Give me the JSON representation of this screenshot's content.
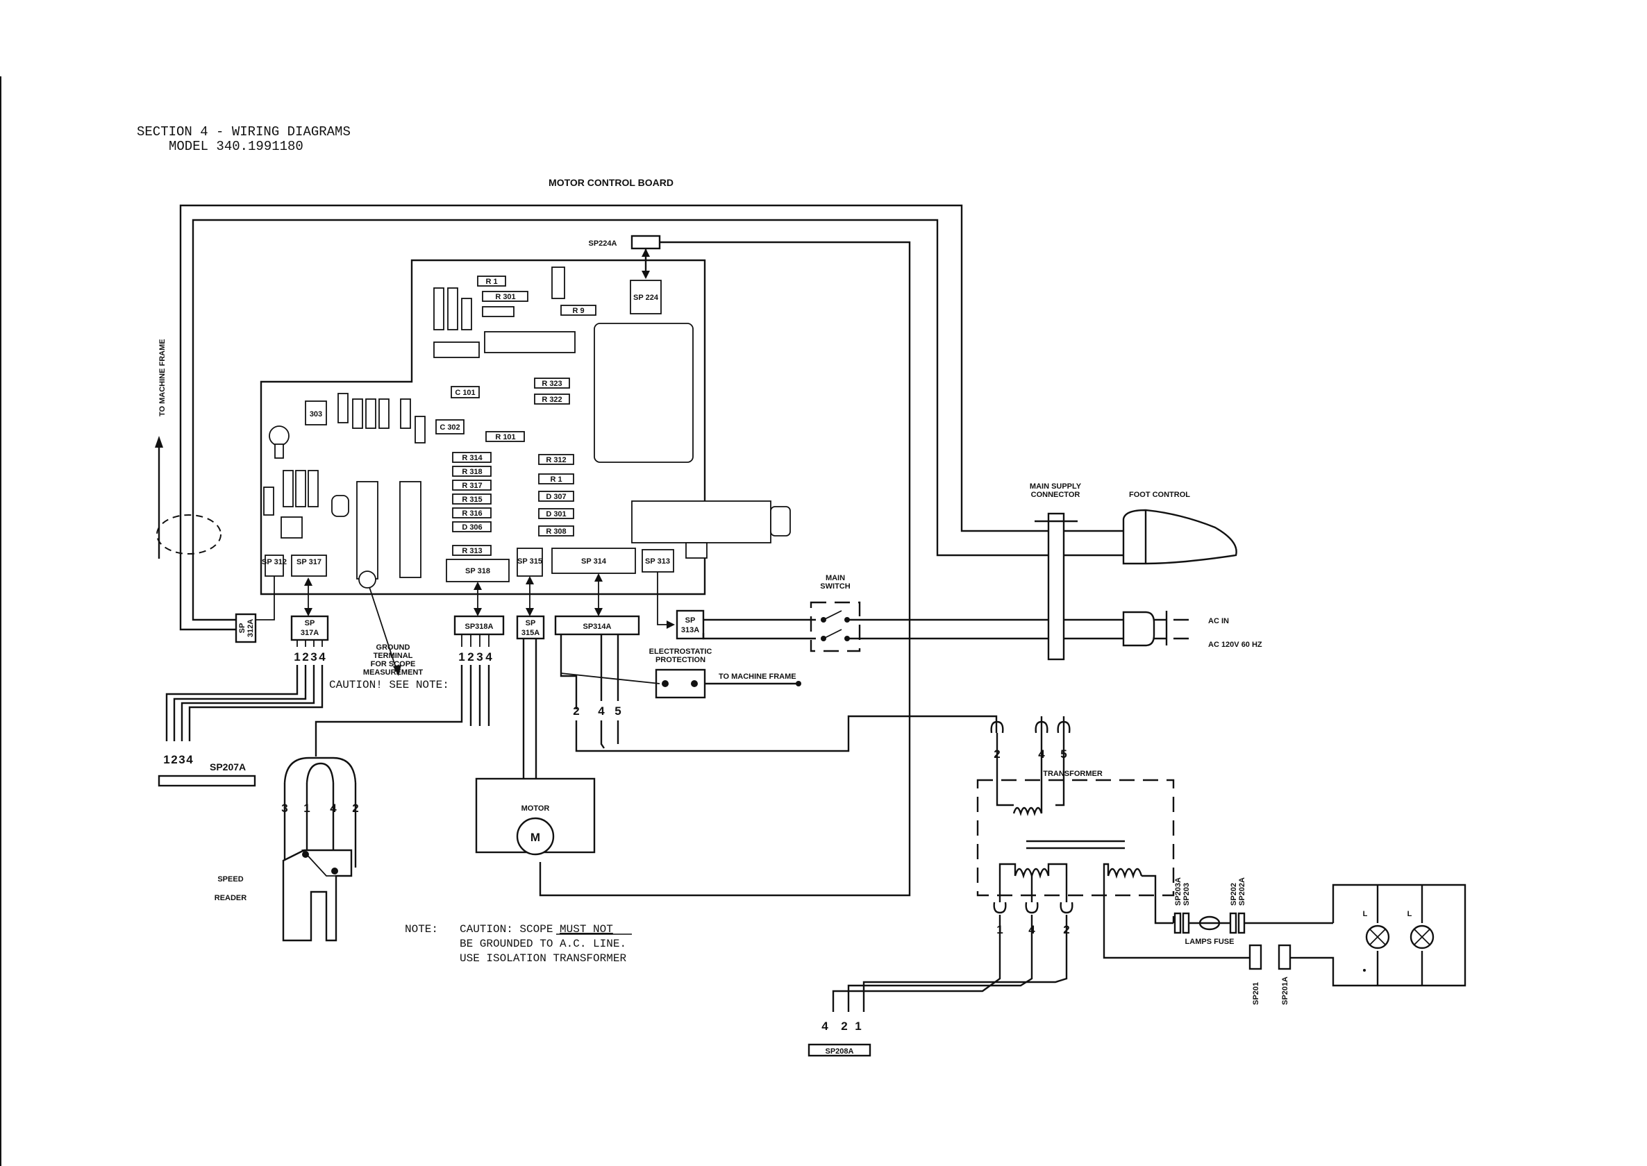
{
  "header": {
    "section": "SECTION 4 - WIRING DIAGRAMS",
    "model": "MODEL 340.1991180"
  },
  "board_title": "MOTOR CONTROL BOARD",
  "labels": {
    "to_machine_frame_left": "TO MACHINE FRAME",
    "sp224a": "SP224A",
    "main_supply_connector_1": "MAIN SUPPLY",
    "main_supply_connector_2": "CONNECTOR",
    "foot_control": "FOOT CONTROL",
    "main_switch": "MAIN",
    "main_switch_2": "SWITCH",
    "ac_in": "AC IN",
    "ac_120v": "AC 120V 60 HZ",
    "ground_terminal_1": "GROUND",
    "ground_terminal_2": "TERMINAL",
    "ground_terminal_3": "FOR SCOPE",
    "ground_terminal_4": "MEASUREMENT",
    "caution_see_note": "CAUTION! SEE NOTE:",
    "electrostatic_1": "ELECTROSTATIC",
    "electrostatic_2": "PROTECTION",
    "to_machine_frame_right": "TO MACHINE FRAME",
    "sp207a": "SP207A",
    "motor": "MOTOR",
    "motor_symbol": "M",
    "speed": "SPEED",
    "reader": "READER",
    "transformer": "TRANSFORMER",
    "lamps_fuse": "LAMPS FUSE",
    "lamp_l1": "L",
    "lamp_l2": "L",
    "sp203a": "SP203A",
    "sp203": "SP203",
    "sp202": "SP202",
    "sp202a": "SP202A",
    "sp201": "SP201",
    "sp201a": "SP201A",
    "sp208a": "SP208A"
  },
  "connectors": {
    "sp312a_1": "SP",
    "sp312a_2": "312A",
    "sp317a_1": "SP",
    "sp317a_2": "317A",
    "sp318a": "SP318A",
    "sp315a_1": "SP",
    "sp315a_2": "315A",
    "sp314a": "SP314A",
    "sp313a_1": "SP",
    "sp313a_2": "313A"
  },
  "pins": {
    "sp317a": [
      "1",
      "2",
      "3",
      "4"
    ],
    "sp318a": [
      "1",
      "2",
      "3",
      "4"
    ],
    "sp207a": [
      "1",
      "2",
      "3",
      "4"
    ],
    "sp314a": [
      "2",
      "4",
      "5"
    ],
    "transformer_top": [
      "2",
      "4",
      "5"
    ],
    "speed_reader": [
      "3",
      "1",
      "4",
      "2"
    ],
    "transformer_bottom": [
      "1",
      "4",
      "2"
    ],
    "sp208a": [
      "4",
      "2",
      "1"
    ]
  },
  "board_parts": {
    "r1": "R 1",
    "r301": "R 301",
    "r309": "R 9",
    "c101": "C 101",
    "r323": "R 323",
    "r322": "R 322",
    "r101": "R 101",
    "c302": "C 302",
    "r314": "R 314",
    "r318": "R 318",
    "r317": "R 317",
    "r315": "R 315",
    "r316": "R 316",
    "d306": "D 306",
    "r313": "R 313",
    "r312": "R 312",
    "r311": "R 1",
    "d307": "D 307",
    "d301": "D 301",
    "r308": "R 308",
    "q303": "303",
    "sp312": "SP 312",
    "sp317": "SP 317",
    "sp318": "SP 318",
    "sp315": "SP 315",
    "sp314": "SP 314",
    "sp313": "SP 313",
    "sp224": "SP 224"
  },
  "note": {
    "prefix": "NOTE:",
    "line1_a": "CAUTION: SCOPE ",
    "line1_b": "MUST NOT",
    "line2": "BE GROUNDED TO A.C. LINE.",
    "line3": "USE ISOLATION TRANSFORMER"
  }
}
